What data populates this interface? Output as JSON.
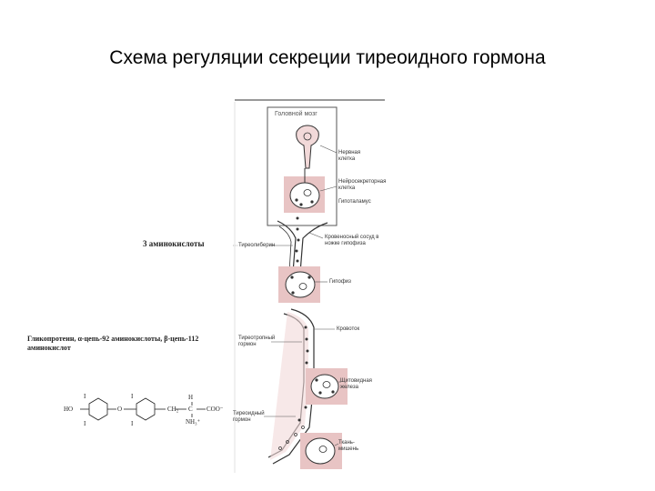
{
  "slide": {
    "title": "Схема регуляции секреции тиреоидного гормона"
  },
  "diagram": {
    "brain_label": "Головной мозг",
    "labels": {
      "nerve_cell": "Нервная клетка",
      "neurosecretory_cell": "Нейросекреторная клетка",
      "hypothalamus": "Гипоталамус",
      "portal_vessel": "Кровеносный сосуд в ножке гипофиза",
      "thyroliberin": "Тиреолиберин",
      "pituitary": "Гипофиз",
      "blood_stream": "Кровоток",
      "tsh": "Тиреотропный гормон",
      "thyroid": "Щитовидная железа",
      "thyroid_hormone": "Тиреоидный гормон",
      "target_cell": "Ткань-мишень"
    },
    "side_notes": {
      "three_amino_acids": "3 аминокислоты",
      "glycoprotein": "Гликопротеин, α-цепь-92 аминокислоты, β-цепь-112 аминокислот"
    },
    "chem": {
      "ho": "HO",
      "o": "O",
      "i": "I",
      "ch2": "CH₂",
      "h": "H",
      "c": "C",
      "coo": "COO⁻",
      "nh3": "NH₃⁺"
    }
  }
}
